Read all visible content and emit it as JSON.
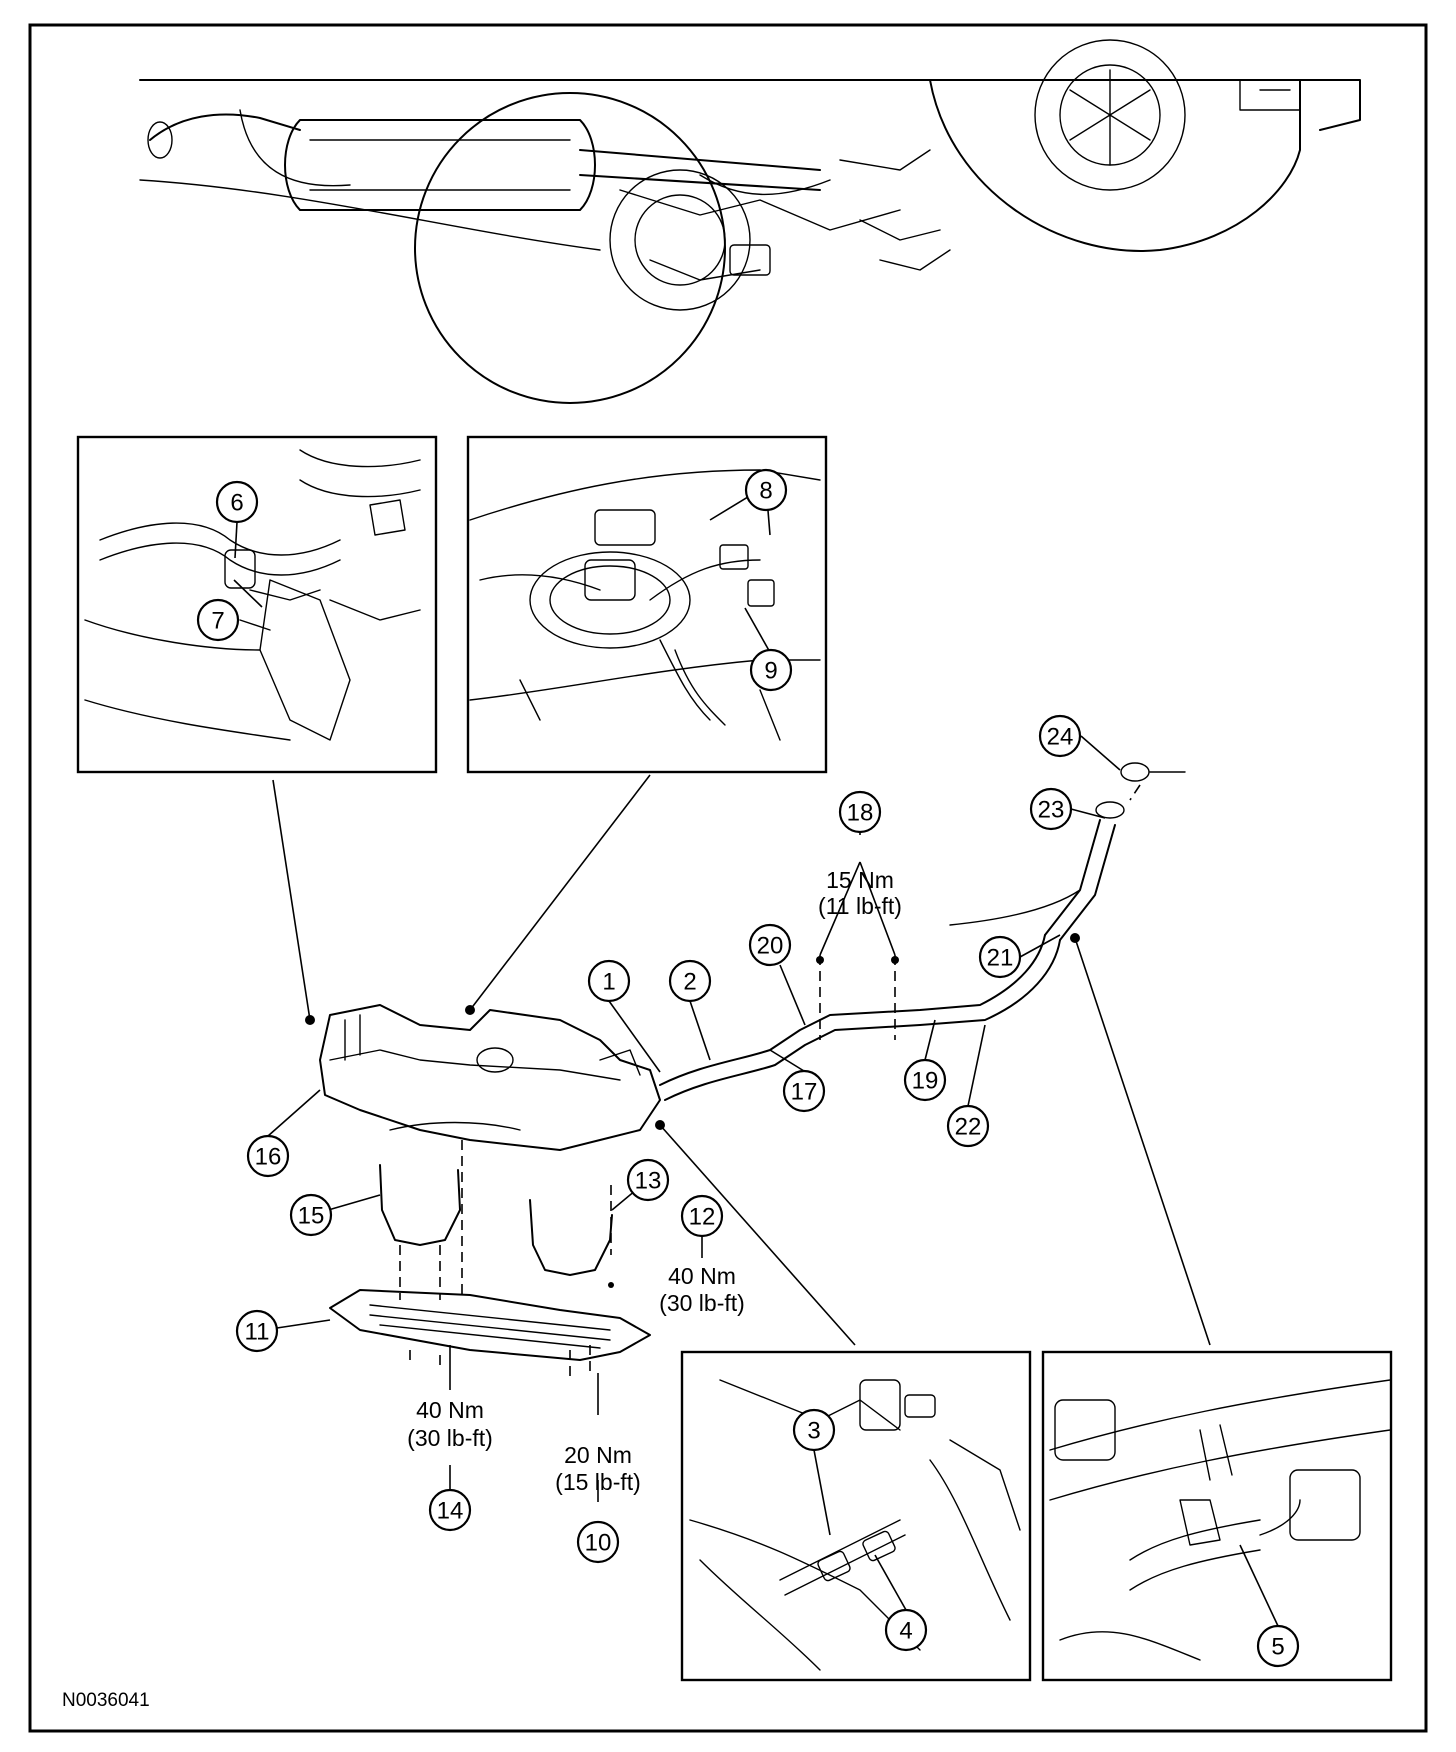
{
  "figure_id": "N0036041",
  "callouts": {
    "c1": "1",
    "c2": "2",
    "c3": "3",
    "c4": "4",
    "c5": "5",
    "c6": "6",
    "c7": "7",
    "c8": "8",
    "c9": "9",
    "c10": "10",
    "c11": "11",
    "c12": "12",
    "c13": "13",
    "c14": "14",
    "c15": "15",
    "c16": "16",
    "c17": "17",
    "c18": "18",
    "c19": "19",
    "c20": "20",
    "c21": "21",
    "c22": "22",
    "c23": "23",
    "c24": "24"
  },
  "torque_specs": {
    "item18": {
      "nm": "15 Nm",
      "lbft": "(11 lb-ft)"
    },
    "item12": {
      "nm": "40 Nm",
      "lbft": "(30 lb-ft)"
    },
    "item14": {
      "nm": "40 Nm",
      "lbft": "(30 lb-ft)"
    },
    "item10": {
      "nm": "20 Nm",
      "lbft": "(15 lb-ft)"
    }
  }
}
